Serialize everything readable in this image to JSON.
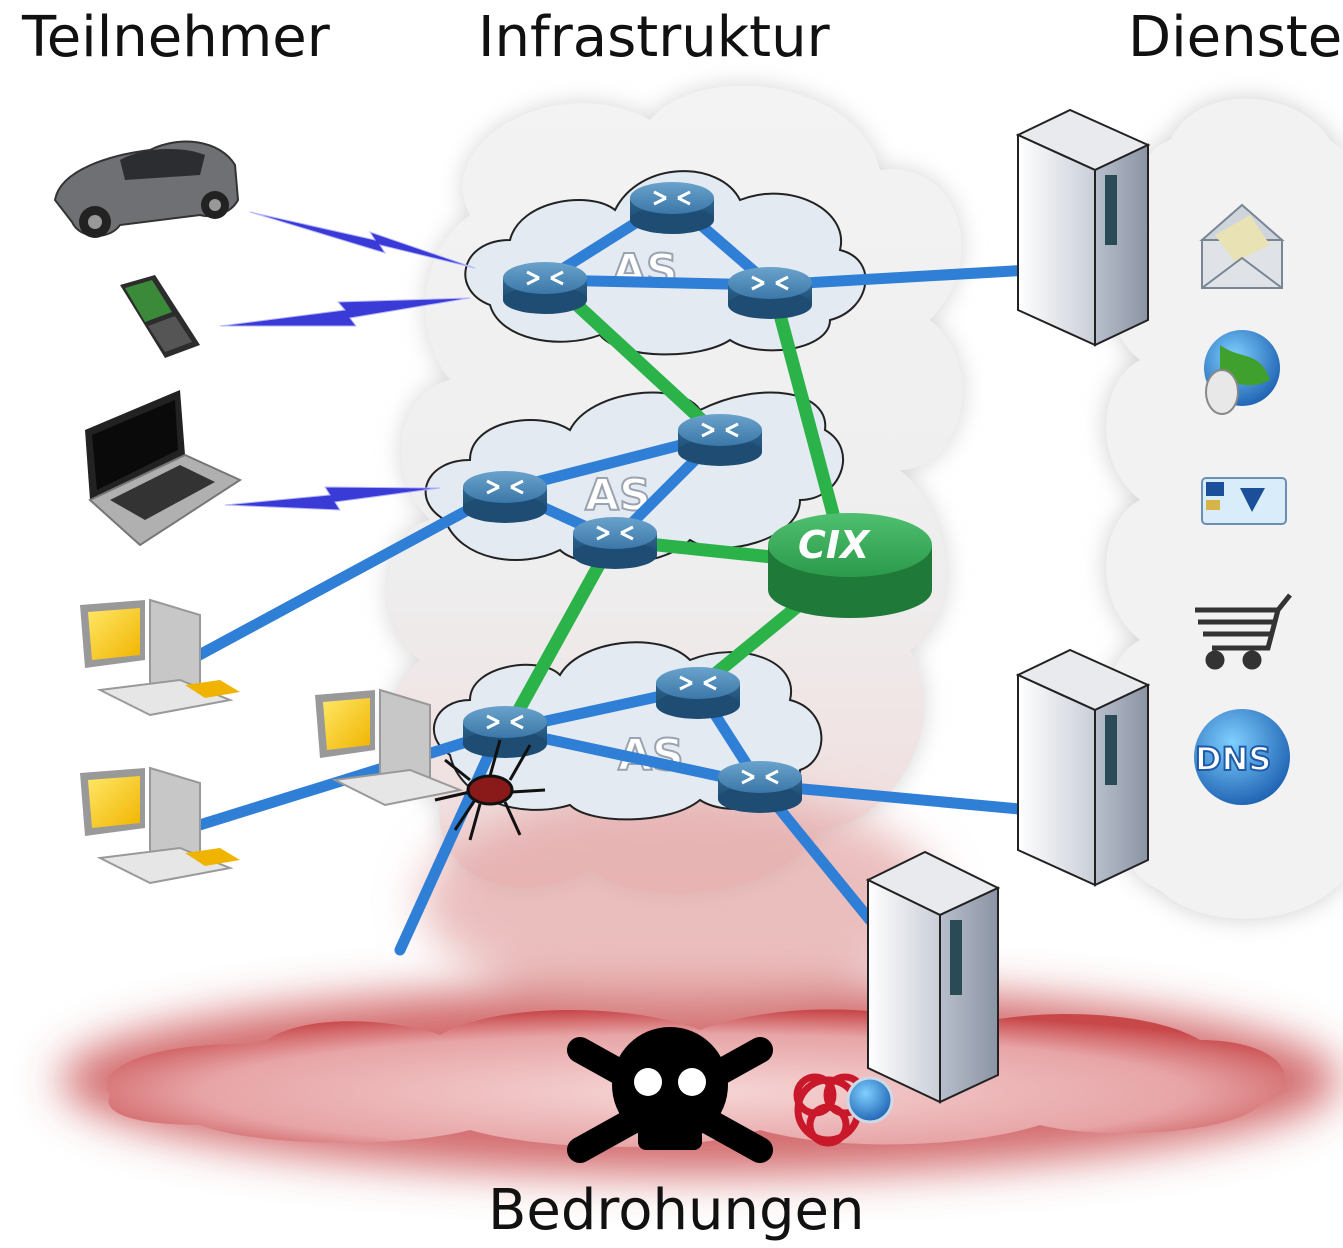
{
  "headings": {
    "participants": "Teilnehmer",
    "infrastructure": "Infrastruktur",
    "services": "Dienste",
    "threats": "Bedrohungen"
  },
  "labels": {
    "as_1": "AS",
    "as_2": "AS",
    "as_3": "AS",
    "cix": "CIX",
    "dns": "DNS"
  },
  "participants": [
    {
      "icon": "car-icon"
    },
    {
      "icon": "smartphone-icon"
    },
    {
      "icon": "laptop-icon"
    },
    {
      "icon": "desktop-computer-icon"
    },
    {
      "icon": "desktop-computer-icon"
    }
  ],
  "services": [
    {
      "icon": "mail-envelope-icon"
    },
    {
      "icon": "web-globe-mouse-icon"
    },
    {
      "icon": "bank-card-icon"
    },
    {
      "icon": "shopping-cart-icon"
    },
    {
      "icon": "dns-globe-icon"
    }
  ],
  "threats": [
    {
      "icon": "infected-computer-icon"
    },
    {
      "icon": "spider-bug-icon"
    },
    {
      "icon": "skull-crossbones-icon"
    },
    {
      "icon": "biohazard-icon"
    },
    {
      "icon": "malicious-server-icon"
    }
  ],
  "colors": {
    "access_link": "#2f7fd6",
    "peering_link": "#2bb34a",
    "wireless_link": "#3a3ad6",
    "router": "#3f7fb0",
    "cix_router": "#2e9a4c",
    "threat_glow": "#c8484a"
  }
}
